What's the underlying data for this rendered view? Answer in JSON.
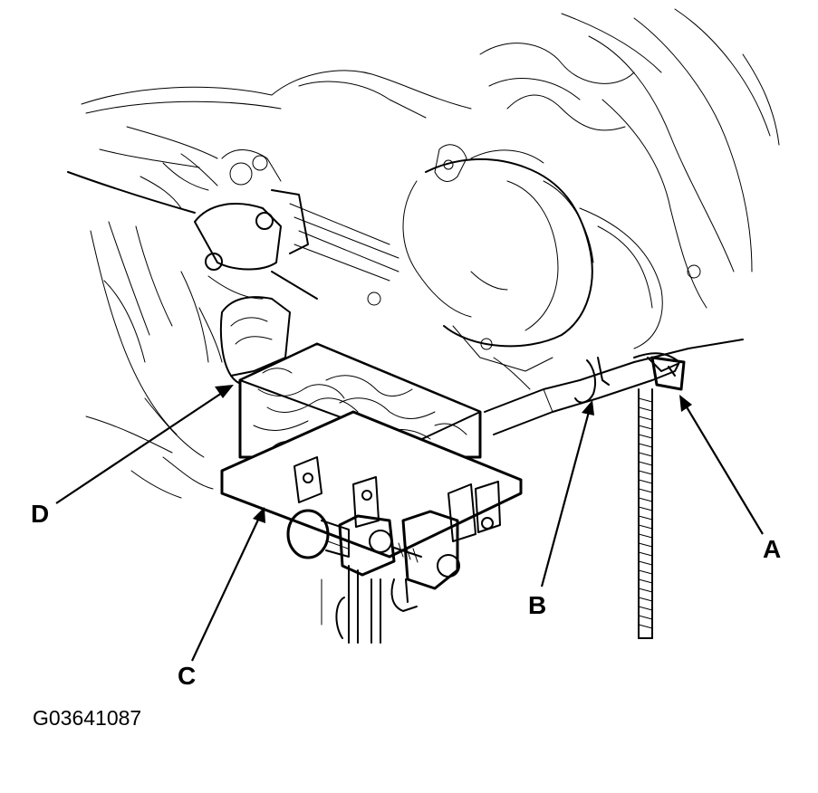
{
  "callouts": {
    "a": "A",
    "b": "B",
    "c": "C",
    "d": "D"
  },
  "figure_code": "G03641087"
}
